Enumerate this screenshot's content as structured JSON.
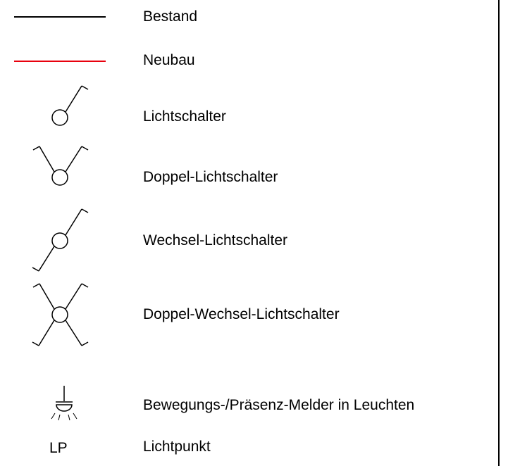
{
  "legend": {
    "items": [
      {
        "label": "Bestand",
        "symbol": "solid-black-line"
      },
      {
        "label": "Neubau",
        "symbol": "solid-red-line"
      },
      {
        "label": "Lichtschalter",
        "symbol": "light-switch-icon"
      },
      {
        "label": "Doppel-Lichtschalter",
        "symbol": "double-light-switch-icon"
      },
      {
        "label": "Wechsel-Lichtschalter",
        "symbol": "two-way-light-switch-icon"
      },
      {
        "label": "Doppel-Wechsel-Lichtschalter",
        "symbol": "double-two-way-light-switch-icon"
      },
      {
        "label": "Bewegungs-/Präsenz-Melder in Leuchten",
        "symbol": "motion-presence-detector-icon"
      },
      {
        "label": "Lichtpunkt",
        "symbol_text": "LP"
      }
    ],
    "colors": {
      "existing": "#000000",
      "new": "#e8000d"
    }
  }
}
